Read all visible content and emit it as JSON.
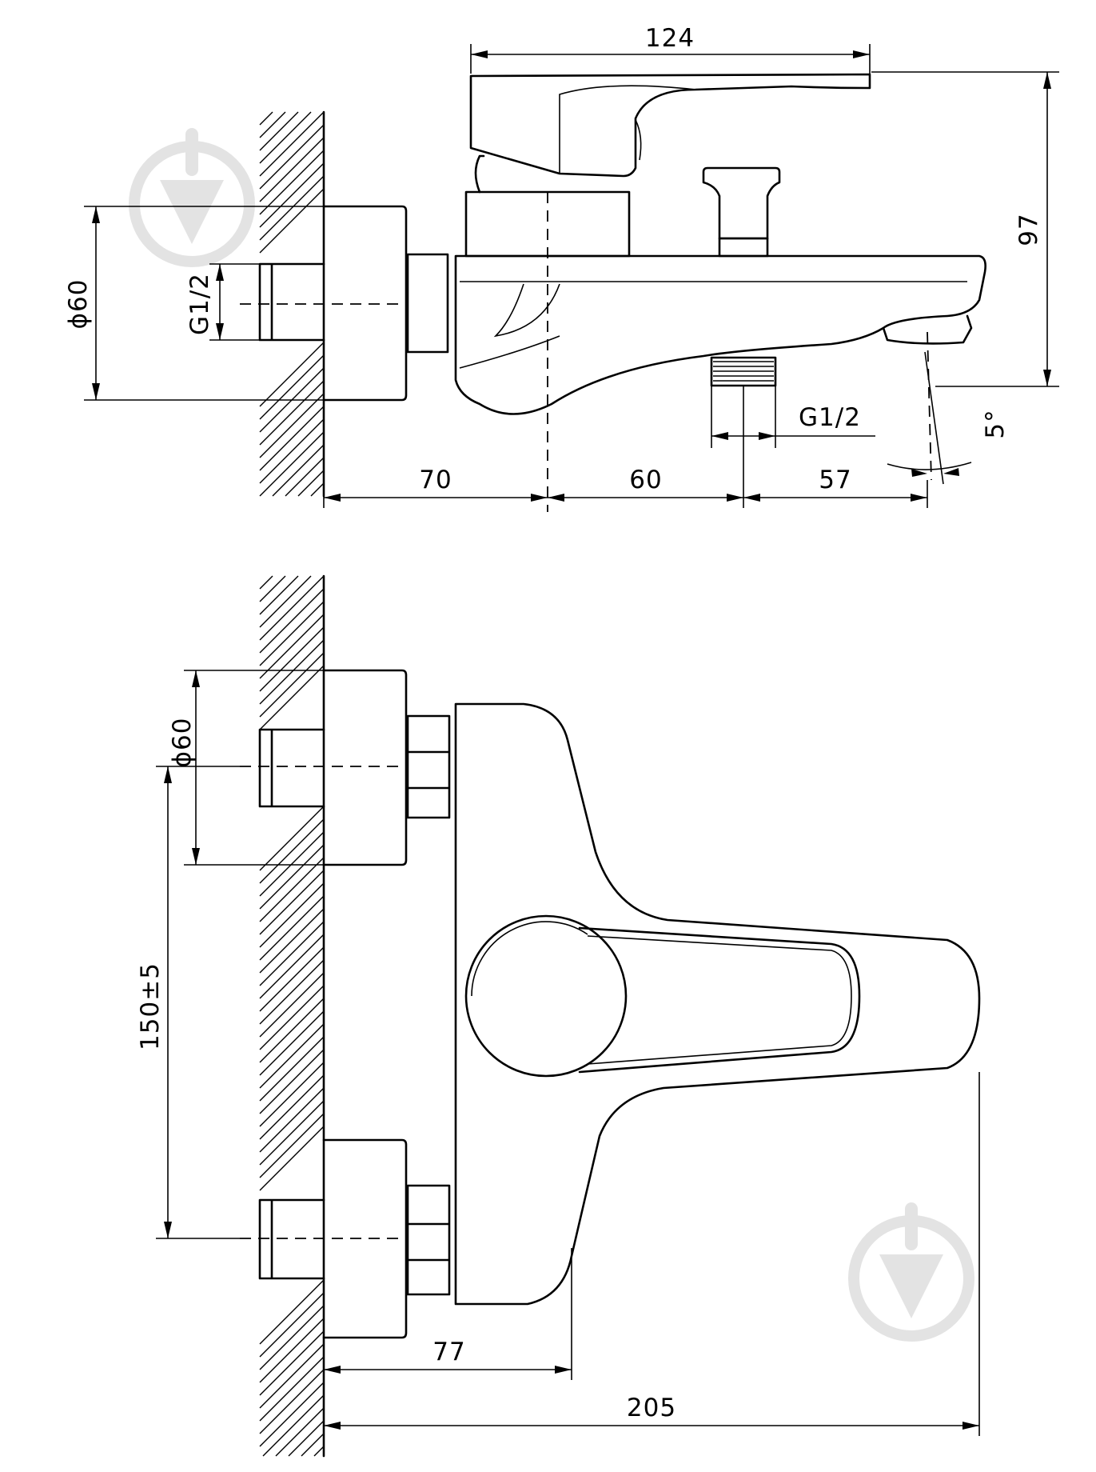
{
  "top_view": {
    "dim_width_top": "124",
    "dim_height_right": "97",
    "dim_diameter_left": "ϕ60",
    "dim_inlet_thread": "G1/2",
    "dim_outlet_thread": "G1/2",
    "dim_angle": "5°",
    "dim_bottom_1": "70",
    "dim_bottom_2": "60",
    "dim_bottom_3": "57"
  },
  "front_view": {
    "dim_diameter": "ϕ60",
    "dim_centers": "150±5",
    "dim_depth": "77",
    "dim_total": "205"
  },
  "watermark": {
    "icon": "drop-logo-icon",
    "color": "#e3e3e3"
  }
}
